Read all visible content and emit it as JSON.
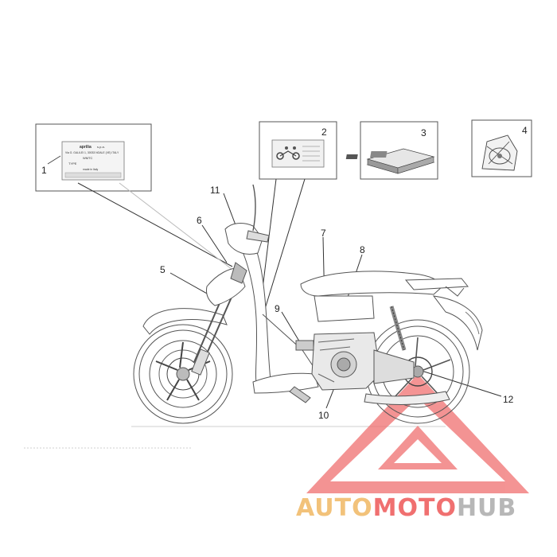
{
  "diagram": {
    "callouts": [
      "1",
      "2",
      "3",
      "4",
      "5",
      "6",
      "7",
      "8",
      "9",
      "10",
      "11",
      "12"
    ],
    "label_1": {
      "brand": "aprilia",
      "brand_suffix": "s.p.a.",
      "address": "Via G. GALILEI 1, 30033 NOALE (VE) ITALY",
      "field_wmi": "WMTC",
      "field_type": "TYPE",
      "origin": "made in Italy"
    }
  },
  "watermark": {
    "part1": "AUTO",
    "part2": "MOTO",
    "part3": "HUB",
    "colors": {
      "triangle": "#f07070",
      "auto": "#f2c27a",
      "moto": "#f07070",
      "hub": "#b7b7b7"
    }
  }
}
